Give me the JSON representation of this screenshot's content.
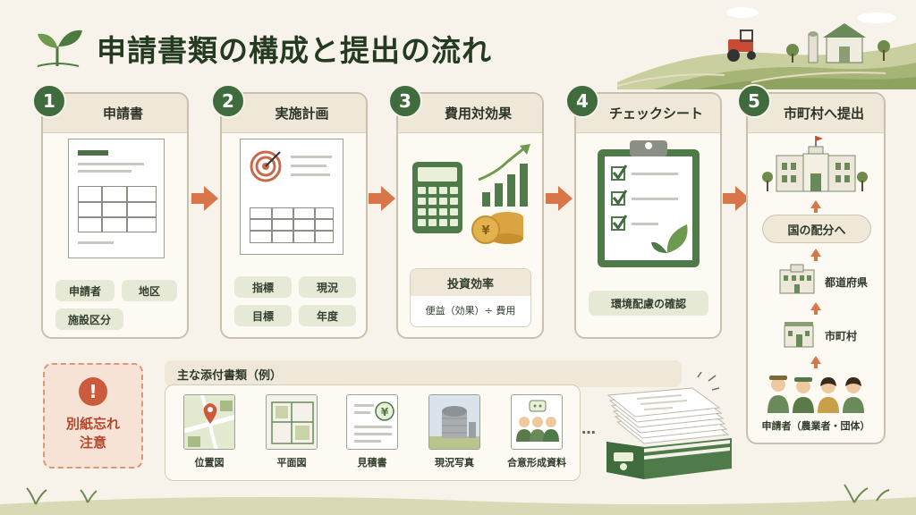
{
  "title": "申請書類の構成と提出の流れ",
  "colors": {
    "accent": "#3f6b3d",
    "arrow": "#d8764a",
    "warning": "#cc5a3c",
    "background": "#f7f3ea"
  },
  "steps": [
    {
      "number": "1",
      "title": "申請書",
      "icon": "application-form-icon",
      "items": [
        "申請者",
        "地区",
        "施設区分"
      ]
    },
    {
      "number": "2",
      "title": "実施計画",
      "icon": "target-plan-icon",
      "items": [
        "指標",
        "現況",
        "目標",
        "年度"
      ]
    },
    {
      "number": "3",
      "title": "費用対効果",
      "icon": "calculator-chart-icon",
      "box_title": "投資効率",
      "formula": "便益（効果）÷ 費用"
    },
    {
      "number": "4",
      "title": "チェックシート",
      "icon": "clipboard-checklist-icon",
      "items": [
        "環境配慮の確認"
      ]
    },
    {
      "number": "5",
      "title": "市町村へ提出",
      "icon": "government-building-icon",
      "allocation": "国の配分へ",
      "levels": [
        "都道府県",
        "市町村"
      ],
      "applicant": "申請者（農業者・団体）"
    }
  ],
  "warning": {
    "icon": "exclamation-icon",
    "lines": [
      "別紙忘れ",
      "注意"
    ]
  },
  "attachments": {
    "header": "主な添付書類（例）",
    "items": [
      {
        "label": "位置図",
        "icon": "location-map-icon"
      },
      {
        "label": "平面図",
        "icon": "floor-plan-icon"
      },
      {
        "label": "見積書",
        "icon": "estimate-document-icon"
      },
      {
        "label": "現況写真",
        "icon": "facility-photo-icon"
      },
      {
        "label": "合意形成資料",
        "icon": "consensus-people-icon"
      }
    ],
    "more": "…"
  }
}
